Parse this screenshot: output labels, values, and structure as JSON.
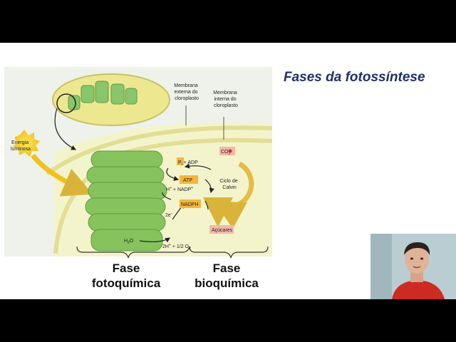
{
  "slide": {
    "title": "Fases da fotossíntese",
    "phase_left": [
      "Fase",
      "fotoquímica"
    ],
    "phase_right": [
      "Fase",
      "bioquímica"
    ]
  },
  "diagram": {
    "outer_membrane": [
      "Membrana",
      "externa do",
      "cloroplasto"
    ],
    "inner_membrane": [
      "Membrana",
      "interna do",
      "cloroplasto"
    ],
    "light_energy": [
      "Energia",
      "luminosa"
    ],
    "co2": "CO",
    "co2_sub": "2",
    "pi_adp": "P",
    "pi_sub": "i",
    "pi_adp_rest": " + ADP",
    "atp": "ATP",
    "nadp": "H",
    "nadp_rest": " + NADP",
    "nadph": "NADPH",
    "calvin": [
      "Ciclo de",
      "Calvin"
    ],
    "electron": "2e",
    "water": "H",
    "water_rest": "O",
    "products": "2H",
    "products_rest": " + 1/2 O",
    "sugars": "Açúcares",
    "colors": {
      "stroma": "#f2f2c0",
      "membrane": "#e6e39a",
      "grana": "#7fbf57",
      "atp_box": "#f4b63a",
      "sugar_box": "#f3b8aa",
      "calvin_arrow": "#e8c44a"
    }
  },
  "webcam": {
    "icon": "presenter-video-icon"
  }
}
